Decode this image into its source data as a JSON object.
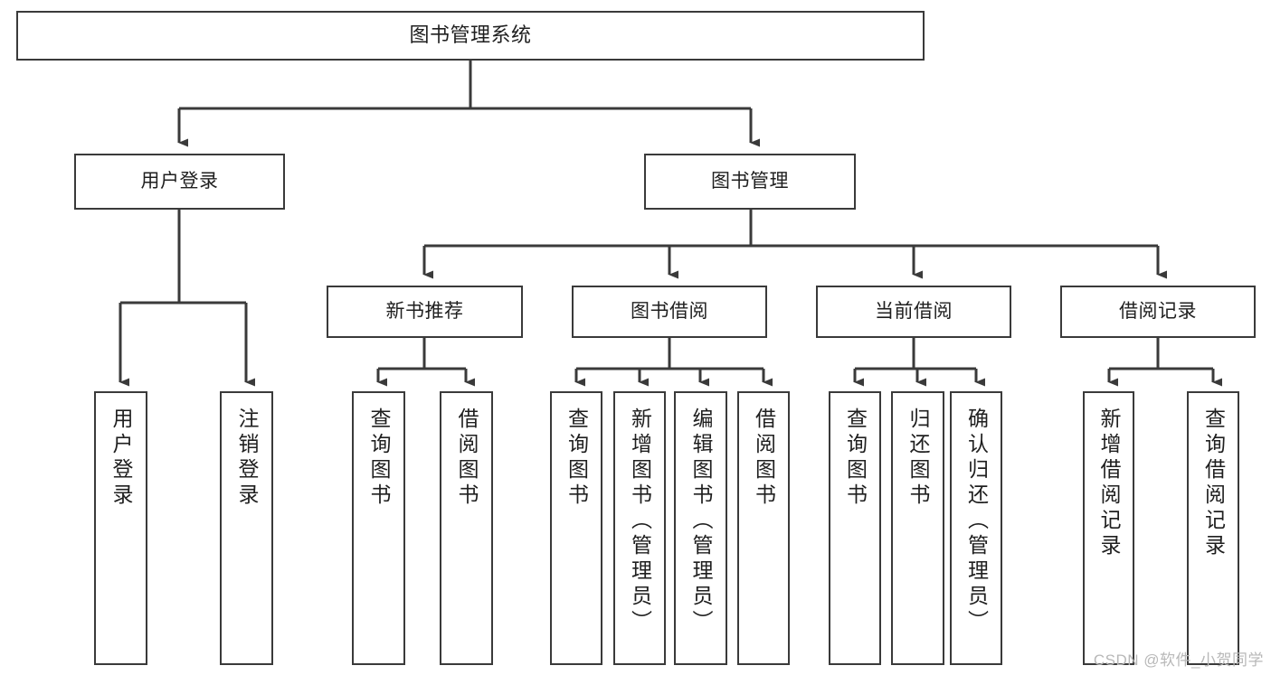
{
  "diagram": {
    "title": "图书管理系统",
    "type": "function-tree",
    "watermark": "CSDN @软件_小贺同学",
    "colors": {
      "stroke": "#3a3a3a",
      "fill": "#ffffff",
      "text": "#1f1f1f",
      "watermark": "#b8b8b8"
    },
    "levels": {
      "root": {
        "label": "图书管理系统"
      },
      "level2": [
        {
          "label": "用户登录"
        },
        {
          "label": "图书管理"
        }
      ],
      "level3": [
        {
          "label": "新书推荐"
        },
        {
          "label": "图书借阅"
        },
        {
          "label": "当前借阅"
        },
        {
          "label": "借阅记录"
        }
      ]
    },
    "groups": [
      {
        "parent": "用户登录",
        "leaves": [
          {
            "label": "用户登录"
          },
          {
            "label": "注销登录"
          }
        ]
      },
      {
        "parent": "新书推荐",
        "leaves": [
          {
            "label": "查询图书"
          },
          {
            "label": "借阅图书"
          }
        ]
      },
      {
        "parent": "图书借阅",
        "leaves": [
          {
            "label": "查询图书"
          },
          {
            "label": "新增图书（管理员）"
          },
          {
            "label": "编辑图书（管理员）"
          },
          {
            "label": "借阅图书"
          }
        ]
      },
      {
        "parent": "当前借阅",
        "leaves": [
          {
            "label": "查询图书"
          },
          {
            "label": "归还图书"
          },
          {
            "label": "确认归还（管理员）"
          }
        ]
      },
      {
        "parent": "借阅记录",
        "leaves": [
          {
            "label": "新增借阅记录"
          },
          {
            "label": "查询借阅记录"
          }
        ]
      }
    ]
  }
}
